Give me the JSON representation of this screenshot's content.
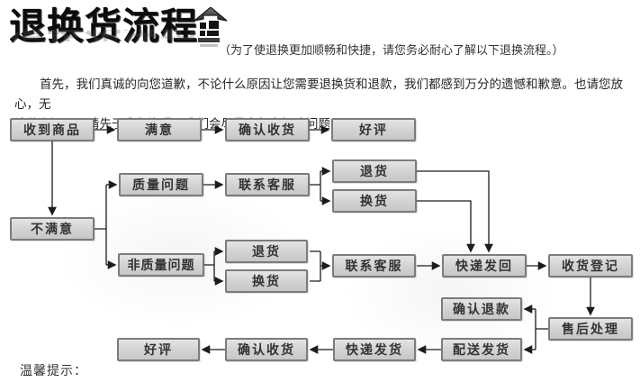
{
  "header": {
    "logo_title": "退换货流程",
    "logo_icon": "house-up-arrow-icon",
    "tagline": "（为了使退换更加顺畅和快捷，请您务必耐心了解以下退换流程。）"
  },
  "intro": {
    "lines": [
      "首先，我们真诚的向您道歉，不论什么原因让您需要退换货和退款，我们都感到万分的遗憾和歉意。也请您放心，无",
      "论什么问题，请先于我们沟通，我们会尽最大努力解决问题：)"
    ]
  },
  "flowchart": {
    "nodes": [
      {
        "id": "received",
        "label": "收到商品"
      },
      {
        "id": "satisfied",
        "label": "满意"
      },
      {
        "id": "confirm_receipt_top",
        "label": "确认收货"
      },
      {
        "id": "praise_top",
        "label": "好评"
      },
      {
        "id": "quality_issue",
        "label": "质量问题"
      },
      {
        "id": "contact_service_quality",
        "label": "联系客服"
      },
      {
        "id": "return_quality",
        "label": "退货"
      },
      {
        "id": "exchange_quality",
        "label": "换货"
      },
      {
        "id": "unsatisfied",
        "label": "不满意"
      },
      {
        "id": "non_quality_issue",
        "label": "非质量问题"
      },
      {
        "id": "return_nonquality",
        "label": "退货"
      },
      {
        "id": "exchange_nonquality",
        "label": "换货"
      },
      {
        "id": "contact_service_nonquality",
        "label": "联系客服"
      },
      {
        "id": "courier_sendback",
        "label": "快递发回"
      },
      {
        "id": "receipt_register",
        "label": "收货登记"
      },
      {
        "id": "confirm_refund",
        "label": "确认退款"
      },
      {
        "id": "aftersale_handle",
        "label": "售后处理"
      },
      {
        "id": "dispatch_ship",
        "label": "配送发货"
      },
      {
        "id": "courier_ship",
        "label": "快递发货"
      },
      {
        "id": "confirm_receipt_bottom",
        "label": "确认收货"
      },
      {
        "id": "praise_bottom",
        "label": "好评"
      }
    ],
    "edges": [
      [
        "received",
        "satisfied"
      ],
      [
        "satisfied",
        "confirm_receipt_top"
      ],
      [
        "confirm_receipt_top",
        "praise_top"
      ],
      [
        "received",
        "unsatisfied"
      ],
      [
        "unsatisfied",
        "quality_issue"
      ],
      [
        "unsatisfied",
        "non_quality_issue"
      ],
      [
        "quality_issue",
        "contact_service_quality"
      ],
      [
        "contact_service_quality",
        "return_quality"
      ],
      [
        "contact_service_quality",
        "exchange_quality"
      ],
      [
        "return_quality",
        "courier_sendback"
      ],
      [
        "exchange_quality",
        "courier_sendback"
      ],
      [
        "non_quality_issue",
        "return_nonquality"
      ],
      [
        "non_quality_issue",
        "exchange_nonquality"
      ],
      [
        "return_nonquality",
        "contact_service_nonquality"
      ],
      [
        "exchange_nonquality",
        "contact_service_nonquality"
      ],
      [
        "contact_service_nonquality",
        "courier_sendback"
      ],
      [
        "courier_sendback",
        "receipt_register"
      ],
      [
        "receipt_register",
        "aftersale_handle"
      ],
      [
        "aftersale_handle",
        "confirm_refund"
      ],
      [
        "aftersale_handle",
        "dispatch_ship"
      ],
      [
        "dispatch_ship",
        "courier_ship"
      ],
      [
        "courier_ship",
        "confirm_receipt_bottom"
      ],
      [
        "confirm_receipt_bottom",
        "praise_bottom"
      ]
    ],
    "line_color": "#1c1c1c",
    "box_fill": "#d2d2d2",
    "box_border": "#7c7c7c"
  },
  "footer": {
    "tip_label": "温馨提示："
  }
}
